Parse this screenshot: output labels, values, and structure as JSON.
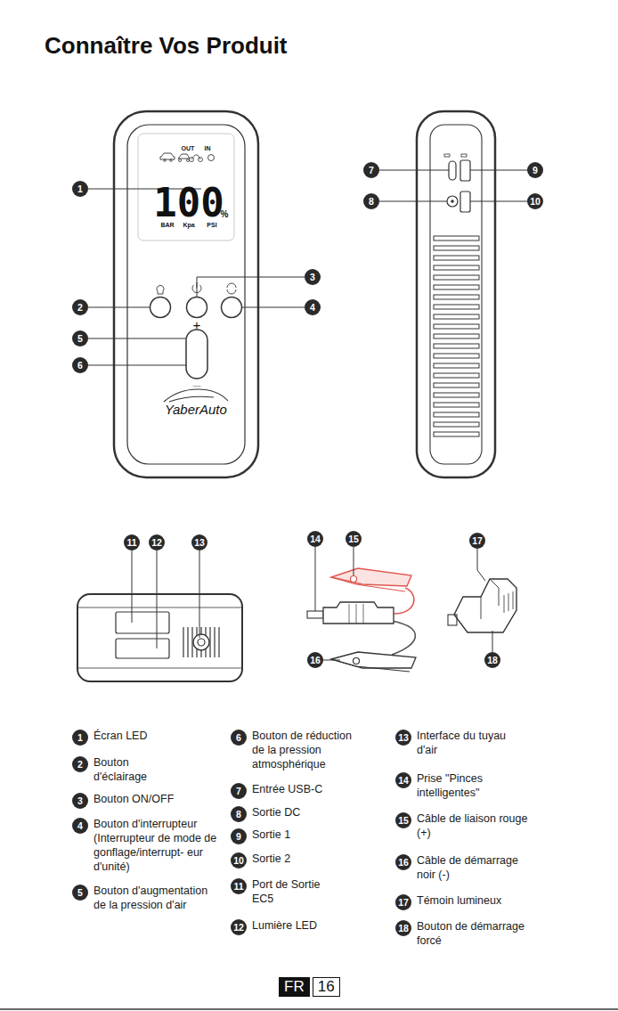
{
  "diagram": {
    "title": "Connaître Vos Produit",
    "nodes": [
      {
        "text": [
          "1"
        ]
      },
      {
        "text": [
          "7"
        ]
      },
      {
        "text": [
          "9"
        ]
      },
      {
        "text": [
          "8"
        ]
      },
      {
        "text": [
          "10"
        ]
      },
      {
        "text": [
          "3"
        ]
      },
      {
        "text": [
          "2"
        ]
      },
      {
        "text": [
          "4"
        ]
      },
      {
        "text": [
          "5"
        ]
      },
      {
        "text": [
          "6"
        ]
      },
      {
        "text": [
          "11"
        ]
      },
      {
        "text": [
          "12"
        ]
      },
      {
        "text": [
          "13"
        ]
      },
      {
        "text": [
          "14"
        ]
      },
      {
        "text": [
          "15"
        ]
      },
      {
        "text": [
          "17"
        ]
      },
      {
        "text": [
          "16"
        ]
      },
      {
        "text": [
          "18"
        ]
      },
      {
        "text": [
          "1",
          "Écran LED"
        ]
      },
      {
        "text": [
          "2",
          "Bouton d'éclairage"
        ]
      },
      {
        "text": [
          "3",
          "Bouton ON/OFF"
        ]
      },
      {
        "text": [
          "4",
          "Bouton d'interrupteur (Interrupteur de mode de gonflage/interrupt- eur d'unité)"
        ]
      },
      {
        "text": [
          "5",
          "Bouton d'augmentation de la pression d'air"
        ]
      },
      {
        "text": [
          "6",
          "Bouton de réduction de la pression atmosphérique"
        ]
      },
      {
        "text": [
          "7",
          "Entrée USB-C"
        ]
      },
      {
        "text": [
          "8",
          "Sortie DC"
        ]
      },
      {
        "text": [
          "9",
          "Sortie 1"
        ]
      },
      {
        "text": [
          "10",
          "Sortie 2"
        ]
      },
      {
        "text": [
          "11",
          "Port de Sortie EC5"
        ]
      },
      {
        "text": [
          "12",
          "Lumière LED"
        ]
      },
      {
        "text": [
          "13",
          "Interface du tuyau d'air"
        ]
      },
      {
        "text": [
          "14",
          "Prise \"Pinces intelligentes\""
        ]
      },
      {
        "text": [
          "15",
          "Câble de liaison rouge (+)"
        ]
      },
      {
        "text": [
          "16",
          "Câble de démarrage noir (-)"
        ]
      },
      {
        "text": [
          "17",
          "Témoin lumineux"
        ]
      },
      {
        "text": [
          "18",
          "Bouton de démarrage forcé"
        ]
      },
      {
        "text": [
          "FR"
        ]
      },
      {
        "text": [
          "16"
        ]
      }
    ],
    "labels": [
      "OUT",
      "IN",
      "100",
      "%",
      "BAR",
      "Kpa",
      "PSI",
      "+",
      "—",
      "YaberAuto"
    ]
  }
}
